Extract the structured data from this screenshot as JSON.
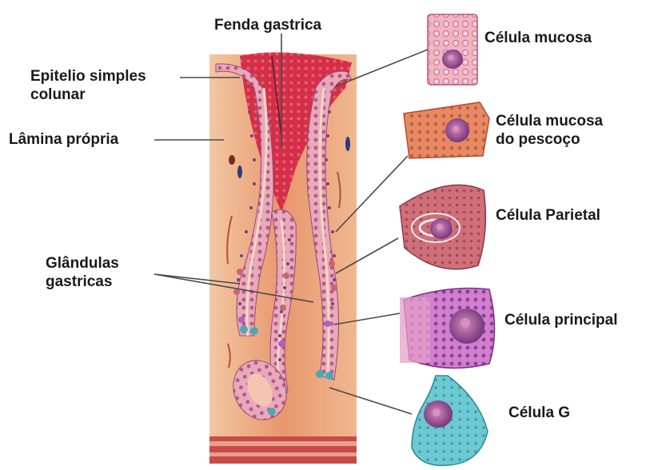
{
  "labels": {
    "fenda_gastrica": "Fenda gastrica",
    "epitelio": [
      "Epitelio simples",
      "colunar"
    ],
    "lamina_propria": "Lâmina própria",
    "glandulas": [
      "Glândulas",
      "gastricas"
    ],
    "celula_mucosa": "Célula mucosa",
    "celula_mucosa_pescoco": [
      "Célula mucosa",
      "do pescoço"
    ],
    "celula_parietal": "Célula Parietal",
    "celula_principal": "Célula principal",
    "celula_g": "Célula G"
  },
  "colors": {
    "tissue_base": "#e9a07a",
    "tissue_light": "#f2c29d",
    "pit_red": "#d8304a",
    "epithelium_pink": "#e7a3b4",
    "nucleus_purple": "#7a3d8e",
    "parietal_pink": "#c96470",
    "chief_violet": "#c067bd",
    "g_cell_teal": "#5bbfc9",
    "leader_line": "#4a4a4a"
  }
}
